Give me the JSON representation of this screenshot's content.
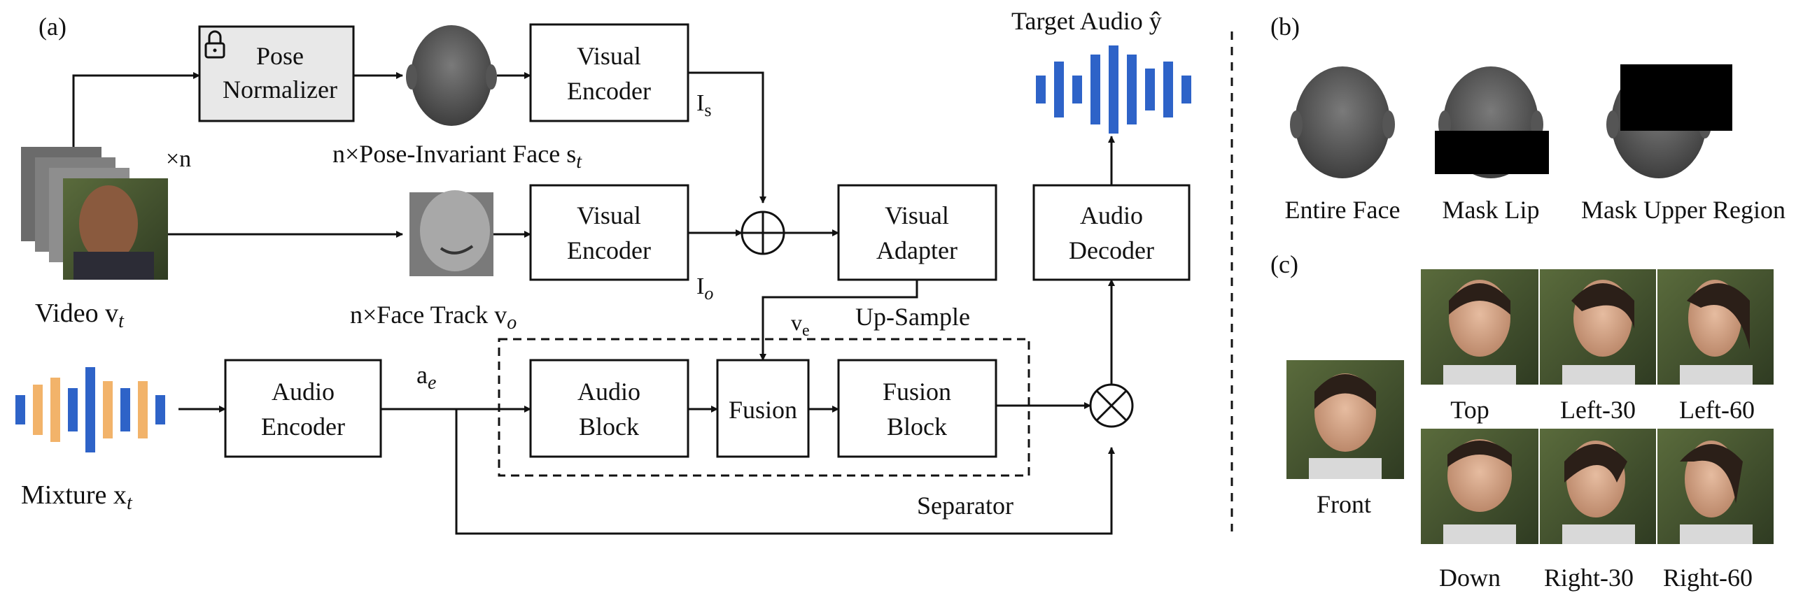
{
  "panels": {
    "a": "(a)",
    "b": "(b)",
    "c": "(c)"
  },
  "blocks": {
    "pose_normalizer": [
      "Pose",
      "Normalizer"
    ],
    "visual_encoder_top": [
      "Visual",
      "Encoder"
    ],
    "visual_encoder_bottom": [
      "Visual",
      "Encoder"
    ],
    "visual_adapter": [
      "Visual",
      "Adapter"
    ],
    "audio_decoder": [
      "Audio",
      "Decoder"
    ],
    "audio_encoder": [
      "Audio",
      "Encoder"
    ],
    "audio_block": [
      "Audio",
      "Block"
    ],
    "fusion": "Fusion",
    "fusion_block": [
      "Fusion",
      "Block"
    ]
  },
  "labels": {
    "times_n": "×n",
    "pose_invariant": "n×Pose-Invariant Face s",
    "pose_invariant_sub": "t",
    "face_track": "n×Face Track v",
    "face_track_sub": "o",
    "video": "Video v",
    "video_sub": "t",
    "mixture": "Mixture x",
    "mixture_sub": "t",
    "target_audio": "Target Audio ŷ",
    "Is": "I",
    "Is_sub": "s",
    "Io": "I",
    "Io_sub": "o",
    "ae": "a",
    "ae_sub": "e",
    "ve": "v",
    "ve_sub": "e",
    "upsample": "Up-Sample",
    "separator": "Separator"
  },
  "panel_b": [
    "Entire Face",
    "Mask Lip",
    "Mask Upper Region"
  ],
  "panel_c": {
    "front": "Front",
    "top_row": [
      "Top",
      "Left-30",
      "Left-60"
    ],
    "bottom_row": [
      "Down",
      "Right-30",
      "Right-60"
    ]
  },
  "colors": {
    "audio_blue": "#2e63c8",
    "audio_orange": "#f2b36a",
    "face_gray": "#5e5e5e",
    "normalizer_fill": "#e8e8e8"
  },
  "icons": [
    "lock-icon",
    "waveform-icon",
    "plus-circle-icon",
    "times-circle-icon"
  ]
}
